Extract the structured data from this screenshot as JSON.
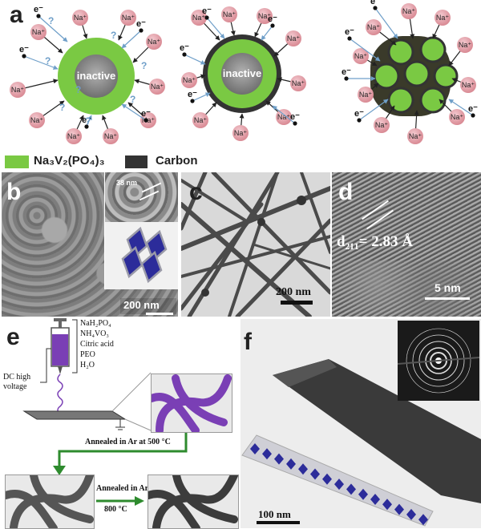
{
  "panels": {
    "a": {
      "label": "a",
      "core_text": "inactive",
      "ion": "Na⁺",
      "electron": "e⁻",
      "question": "?"
    },
    "legend": {
      "nvp_label": "Na₃V₂(PO₄)₃",
      "carbon_label": "Carbon",
      "nvp_color": "#7ac943",
      "carbon_color": "#333333"
    },
    "b": {
      "label": "b",
      "inset_scale": "38 nm",
      "scale": "200 nm"
    },
    "c": {
      "label": "c",
      "scale": "200 nm"
    },
    "d": {
      "label": "d",
      "lattice": "d₂₁₁= 2.83 Å",
      "scale": "5 nm"
    },
    "e": {
      "label": "e",
      "reagents": [
        "NaH₂PO₄",
        "NH₄VO₃",
        "Citric acid",
        "PEO",
        "H₂O"
      ],
      "voltage": "DC high voltage",
      "step1": "Annealed in Ar at 500 °C",
      "step2_line1": "Annealed in Ar",
      "step2_line2": "800 °C"
    },
    "f": {
      "label": "f",
      "scale": "100 nm"
    }
  },
  "colors": {
    "nvp_green": "#7ac943",
    "core_gray": "#8c8c8c",
    "ion_pink": "#e7a6ae",
    "arrow_blue": "#6f9fc9",
    "crystal_blue": "#2c2c9a",
    "fiber_purple": "#7a3fb5"
  }
}
